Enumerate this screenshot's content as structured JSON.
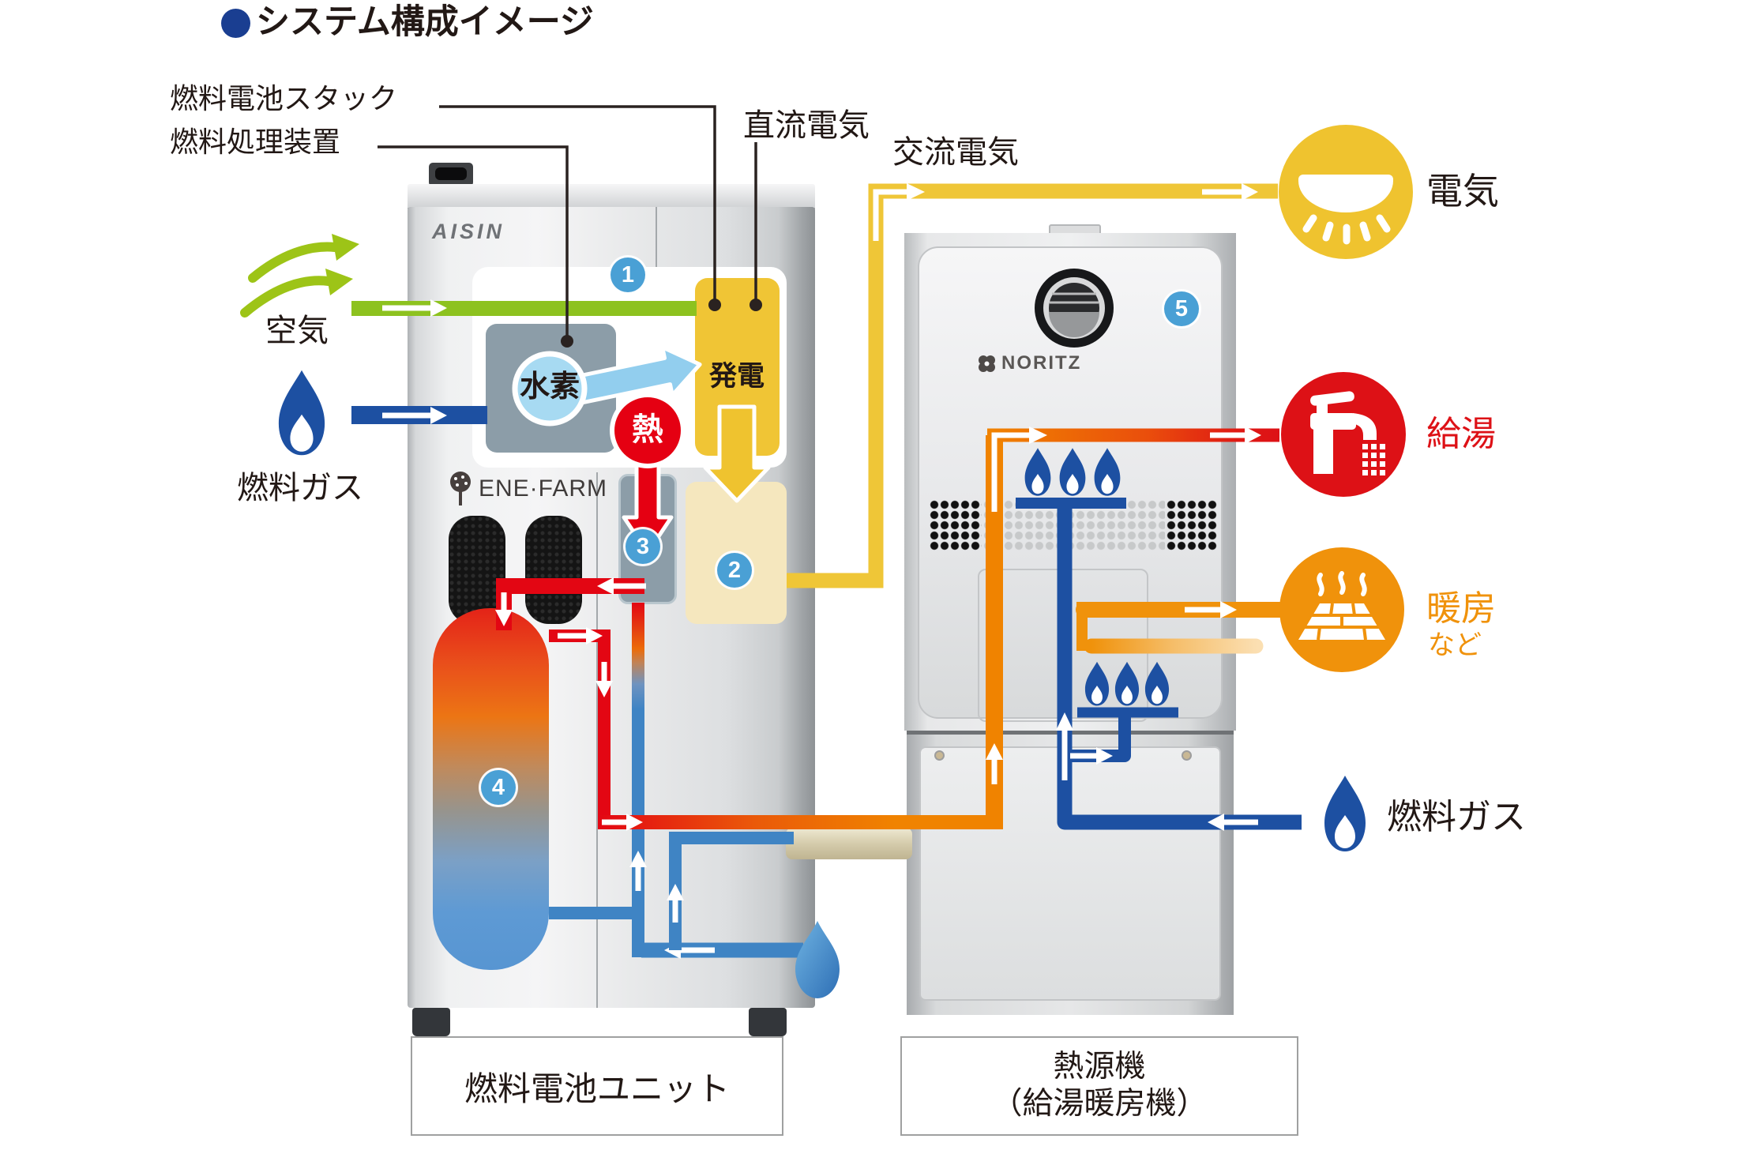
{
  "title": {
    "text": "システム構成イメージ"
  },
  "callouts": {
    "fuel_cell_stack": "燃料電池スタック",
    "fuel_processor": "燃料処理装置",
    "dc_power": "直流電気",
    "ac_power": "交流電気"
  },
  "left_inputs": {
    "air": "空気",
    "fuel_gas": "燃料ガス"
  },
  "fuel_cell_unit": {
    "brand": "AISIN",
    "logo": "ENE·FARM",
    "hydrogen": "水素",
    "generation": "発電",
    "heat": "熱",
    "label": "燃料電池ユニット"
  },
  "heat_source_unit": {
    "brand": "NORITZ",
    "label_line1": "熱源機",
    "label_line2": "（給湯暖房機）"
  },
  "badges": {
    "b1": "1",
    "b2": "2",
    "b3": "3",
    "b4": "4",
    "b5": "5"
  },
  "outputs": {
    "electricity": "電気",
    "hot_water": "給湯",
    "heating": "暖房",
    "heating_suffix": "など",
    "fuel_gas": "燃料ガス"
  },
  "colors": {
    "title_bullet": "#1A3E91",
    "air_green": "#8DC21F",
    "gas_blue": "#1D50A2",
    "water_blue": "#3F84C4",
    "hydrogen_blue": "#92CEEE",
    "power_yellow": "#F0C535",
    "inverter_cream": "#F5E7BE",
    "heat_red": "#E50012",
    "hotwater_red": "#DD1116",
    "heating_orange": "#F0920B",
    "processor_gray": "#8C9DA8",
    "badge_blue": "#4AA0D5"
  }
}
